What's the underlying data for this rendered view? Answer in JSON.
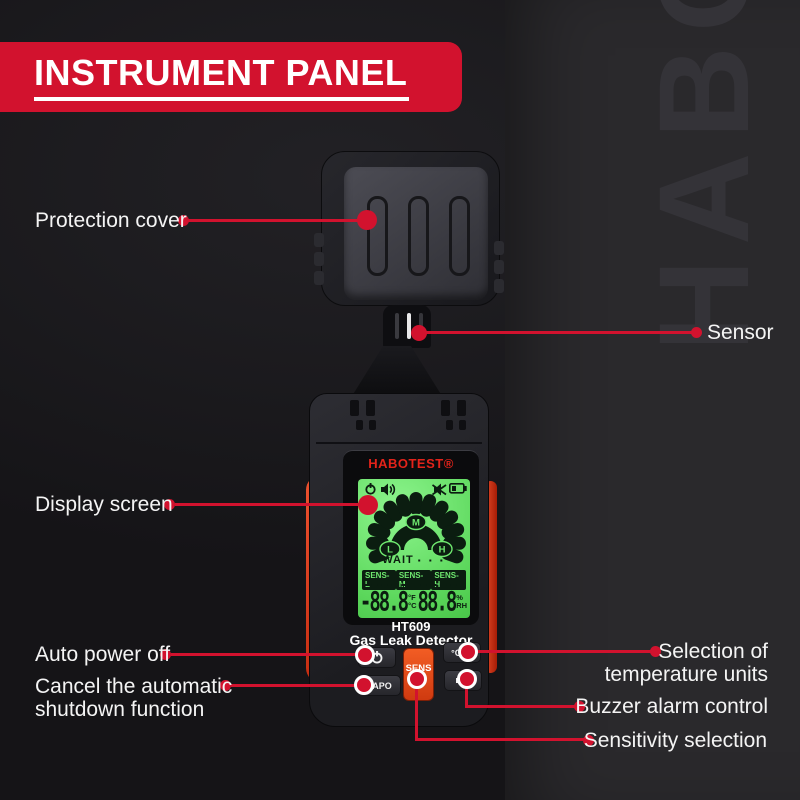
{
  "banner": {
    "title": "INSTRUMENT PANEL"
  },
  "watermark_text": "HABO",
  "device": {
    "brand": "HABOTEST®",
    "model": "HT609",
    "name": "Gas Leak Detector",
    "lcd": {
      "status_text": "WAIT",
      "status_dots": "▪ ▪ ▪",
      "gauge_low": "L",
      "gauge_mid": "M",
      "gauge_high": "H",
      "sens_low": "SENS-L",
      "sens_mid": "SENS-M",
      "sens_high": "SENS-H",
      "reading_left": "-88.8",
      "unit_f": "°F",
      "unit_c": "°C",
      "reading_right": "88.8",
      "unit_pct": "%",
      "unit_rh": "RH"
    },
    "buttons": {
      "apo_label": "APO",
      "temp_label": "°C/°F",
      "sens_label": "SENS"
    }
  },
  "callouts": {
    "protection_cover": "Protection cover",
    "sensor": "Sensor",
    "display_screen": "Display screen",
    "auto_power_off": "Auto power off",
    "cancel_l1": "Cancel the automatic",
    "cancel_l2": "shutdown function",
    "temp_l1": "Selection of",
    "temp_l2": "temperature units",
    "buzzer": "Buzzer alarm control",
    "sensitivity": "Sensitivity selection"
  },
  "colors": {
    "accent_red": "#d2122e",
    "lcd_green": "#6fe86f",
    "sens_orange": "#e8511f"
  }
}
